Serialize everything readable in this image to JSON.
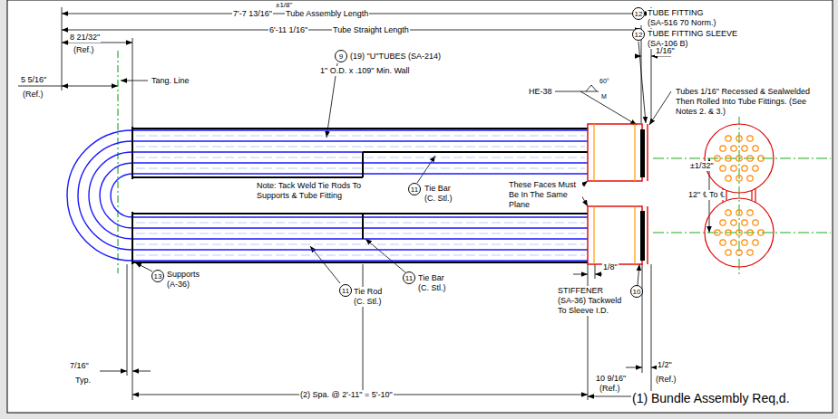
{
  "diagram": {
    "nodes": [
      {
        "text": [
          "12"
        ]
      },
      {
        "text": [
          "12"
        ]
      },
      {
        "text": [
          "9"
        ]
      },
      {
        "text": [
          "11"
        ]
      },
      {
        "text": [
          "10"
        ]
      },
      {
        "text": [
          "13"
        ]
      },
      {
        "text": [
          "11"
        ]
      },
      {
        "text": [
          "11"
        ]
      }
    ],
    "labels": [
      "7'-7 13/16\"",
      "±1/8\"",
      "Tube Assembly Length",
      "6'-11 1/16\"",
      "Tube Straight Length",
      "8 21/32\"",
      "(Ref.)",
      "5 5/16\"",
      "(Ref.)",
      "Tang. Line",
      "TUBE FITTING",
      "(SA-516 70 Norm.)",
      "TUBE FITTING SLEEVE",
      "(SA-106 B)",
      "1/16\"",
      "HE-38",
      "60°",
      "M",
      "Tubes 1/16\" Recessed & Sealwelded Then Rolled Into Tube Fittings. (See Notes 2. & 3.)",
      "(19) \"U\"TUBES (SA-214)",
      "1\" O.D. x .109\" Min. Wall",
      "Note: Tack Weld Tie Rods To Supports & Tube Fitting",
      "Tie Bar",
      "(C. Stl.)",
      "These Faces Must Be In The Same Plane",
      "±1/32\"",
      "12\" ℄ To ℄",
      "Supports",
      "(A-36)",
      "Tie Rod",
      "(C. Stl.)",
      "Tie Bar",
      "(C. Stl.)",
      "STIFFENER",
      "(SA-36) Tackweld To Sleeve I.D.",
      "1/8\"",
      "7/16\"",
      "Typ.",
      "(2) Spa. @ 2'-11\" = 5'-10\"",
      "10 9/16\"",
      "(Ref.)",
      "1/2\"",
      "(Ref.)",
      "(1) Bundle Assembly Req,d."
    ]
  }
}
